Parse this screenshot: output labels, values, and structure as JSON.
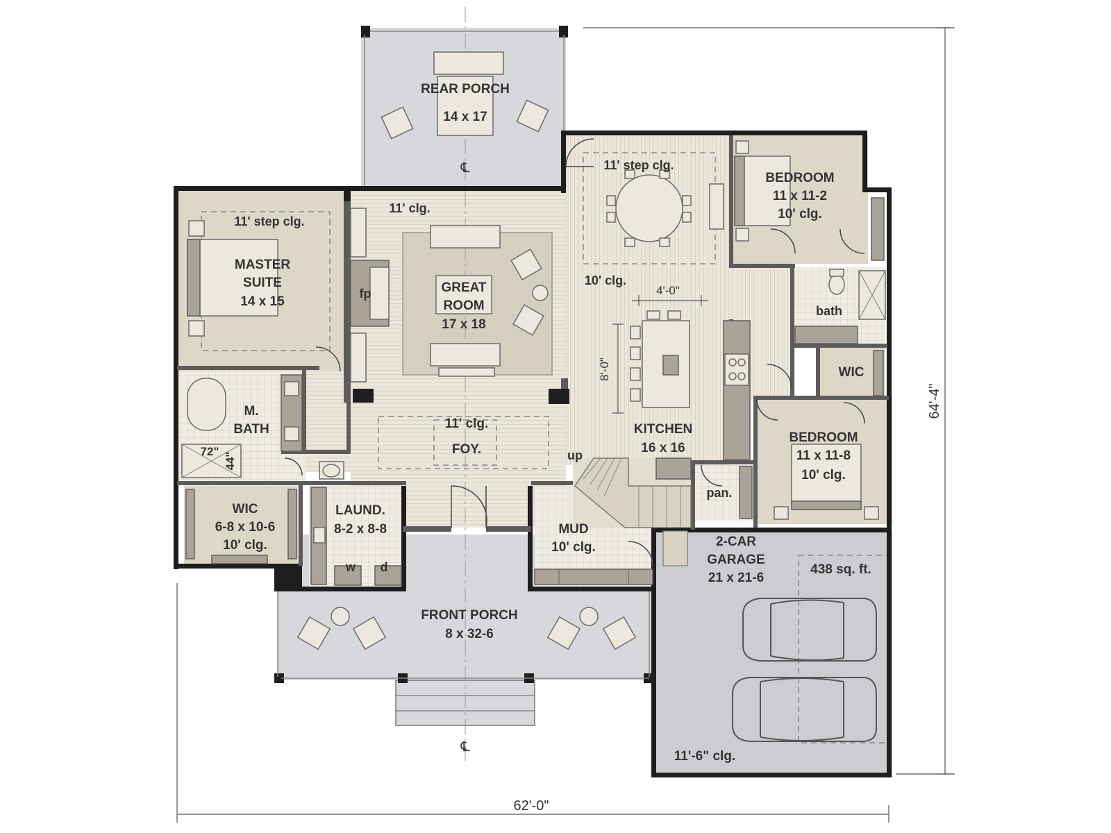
{
  "rooms": {
    "rear_porch": {
      "name": "REAR PORCH",
      "size": "14 x 17"
    },
    "master_suite": {
      "name_line1": "MASTER",
      "name_line2": "SUITE",
      "size": "14 x 15",
      "ceiling": "11' step clg."
    },
    "great_room": {
      "name_line1": "GREAT",
      "name_line2": "ROOM",
      "size": "17 x 18",
      "ceiling": "11' clg.",
      "fireplace": "fp"
    },
    "dining": {
      "ceiling": "11' step clg."
    },
    "bedroom_1": {
      "name": "BEDROOM",
      "size": "11 x 11-2",
      "ceiling": "10' clg."
    },
    "bath": {
      "name": "bath"
    },
    "wic_right": {
      "name": "WIC"
    },
    "kitchen": {
      "name": "KITCHEN",
      "size": "16 x 16",
      "ceiling": "10' clg.",
      "island_width": "4'-0\"",
      "island_length": "8'-0\""
    },
    "bedroom_2": {
      "name": "BEDROOM",
      "size": "11 x 11-8",
      "ceiling": "10' clg."
    },
    "m_bath": {
      "name_line1": "M.",
      "name_line2": "BATH",
      "shower_w": "72\"",
      "shower_d": "44\""
    },
    "foyer": {
      "name": "FOY.",
      "ceiling": "11' clg."
    },
    "stair": {
      "label": "up"
    },
    "pantry": {
      "name": "pan."
    },
    "wic_left": {
      "name": "WIC",
      "size": "6-8 x 10-6",
      "ceiling": "10' clg."
    },
    "laundry": {
      "name": "LAUND.",
      "size": "8-2 x 8-8",
      "washer": "w",
      "dryer": "d"
    },
    "mud": {
      "name": "MUD",
      "ceiling": "10' clg."
    },
    "garage": {
      "name_line1": "2-CAR",
      "name_line2": "GARAGE",
      "size": "21 x 21-6",
      "area": "438 sq. ft.",
      "ceiling": "11'-6\" clg."
    },
    "front_porch": {
      "name": "FRONT PORCH",
      "size": "8 x 32-6"
    }
  },
  "dimensions": {
    "overall_width": "62'-0\"",
    "overall_depth": "64'-4\""
  },
  "centerline_symbol": "℄",
  "colors": {
    "wall": "#1e1e1e",
    "wood_floor": "#ebe6da",
    "tile_floor": "#efece4",
    "carpet": "#ddd7c8",
    "porch": "#d6d8db",
    "garage": "#cbcdd0"
  }
}
